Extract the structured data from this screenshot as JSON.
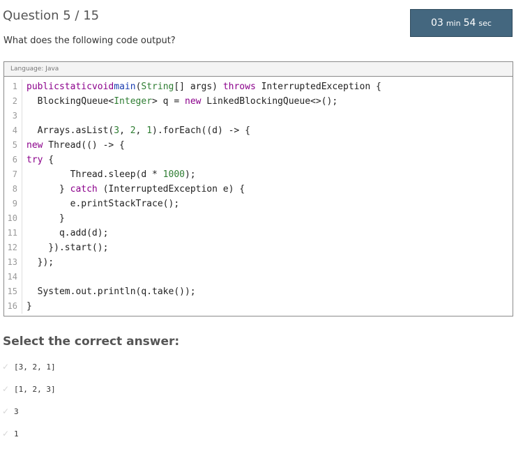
{
  "header": {
    "question_label": "Question 5 / 15",
    "timer_minutes": "03",
    "timer_min_unit": "min",
    "timer_seconds": "54",
    "timer_sec_unit": "sec"
  },
  "prompt": "What does the following code output?",
  "code": {
    "language_label": "Language: Java",
    "lines": [
      "1",
      "2",
      "3",
      "4",
      "5",
      "6",
      "7",
      "8",
      "9",
      "10",
      "11",
      "12",
      "13",
      "14",
      "15",
      "16"
    ]
  },
  "answers": {
    "label": "Select the correct answer:",
    "options": [
      "[3, 2, 1]",
      "[1, 2, 3]",
      "3",
      "1"
    ]
  },
  "colors": {
    "timer_bg": "#44677f",
    "keyword": "#8b008b",
    "type": "#2e7d32",
    "function": "#1a3cb0"
  }
}
